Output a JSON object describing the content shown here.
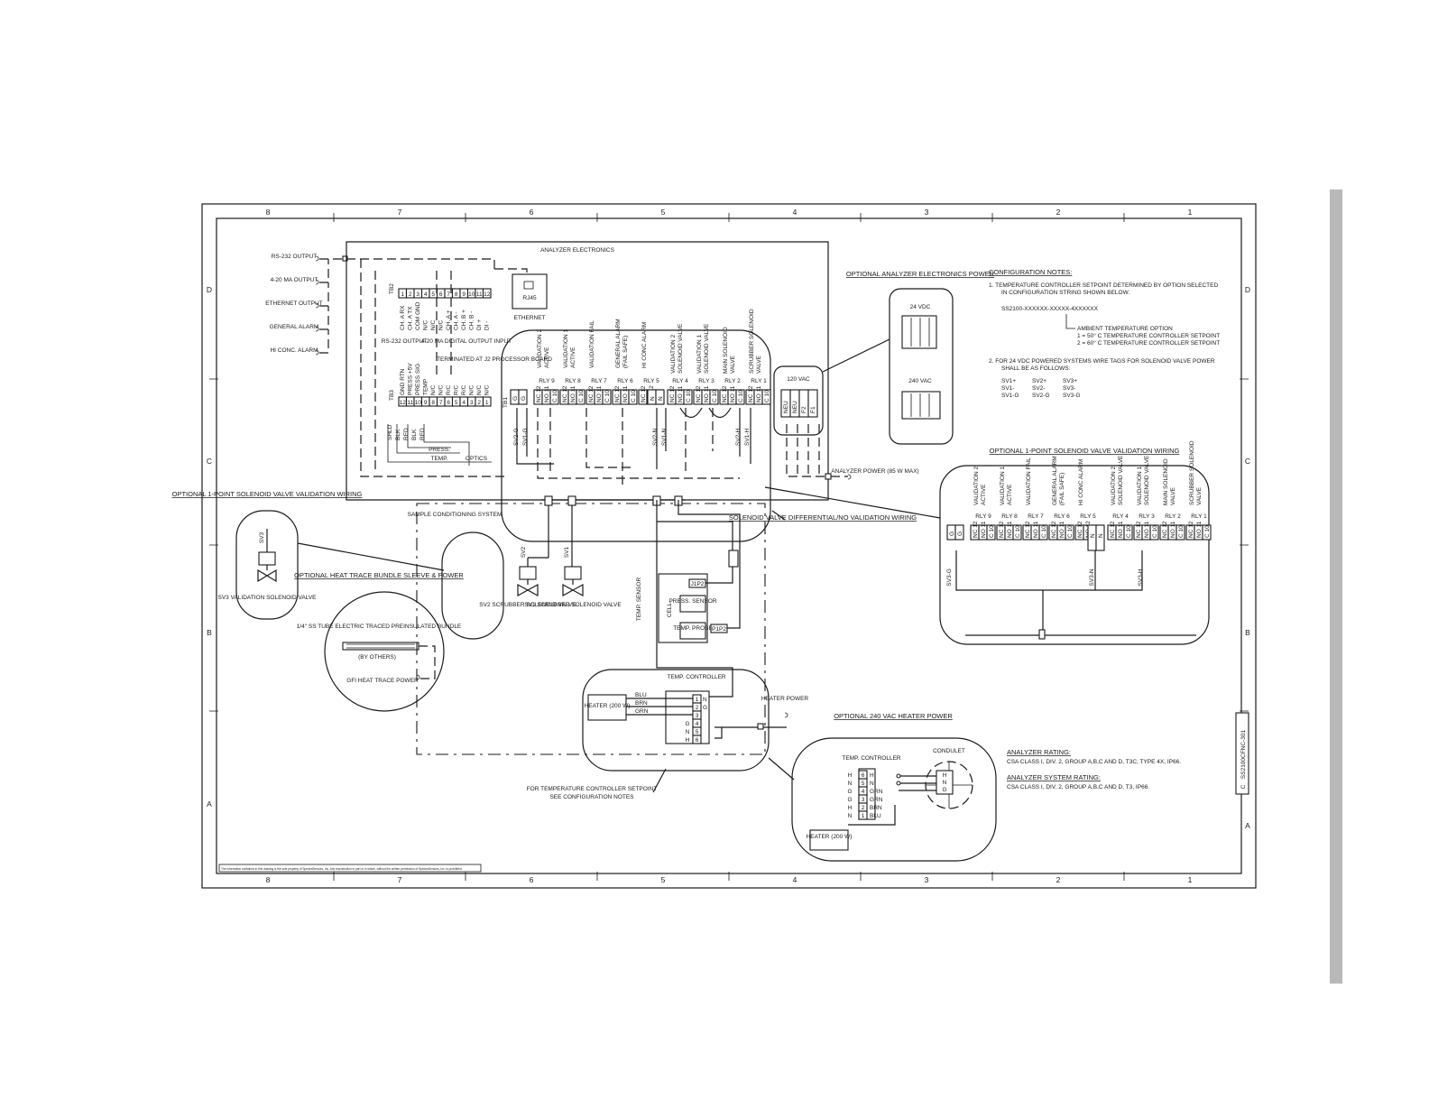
{
  "frame": {
    "col_labels": [
      "8",
      "7",
      "6",
      "5",
      "4",
      "3",
      "2",
      "1"
    ],
    "row_labels": [
      "D",
      "C",
      "B",
      "A"
    ],
    "drawing_no": "SS2100CFNC-301",
    "rev": "C",
    "legal_note": "The information contained in this drawing is the sole property of SpectraSensors, Inc. Any reproduction in part or in whole, without the written permission of SpectraSensors, Inc. is prohibited."
  },
  "outputs": [
    "RS-232 OUTPUT",
    "4-20 MA OUTPUT",
    "ETHERNET OUTPUT",
    "GENERAL ALARM",
    "HI CONC. ALARM"
  ],
  "electronics": {
    "title": "ANALYZER ELECTRONICS",
    "ethernet_port": "RJ45",
    "ethernet_label": "ETHERNET",
    "tb2_label": "TB2",
    "tb2_rows": [
      "CH. A RX",
      "CH. A TX",
      "COM GND",
      "N/C",
      "N/C",
      "N/C",
      "CH. A +",
      "CH. A -",
      "CH. B +",
      "CH. B -",
      "DI +",
      "DI -"
    ],
    "tb2_nums": [
      "1",
      "2",
      "3",
      "4",
      "5",
      "6",
      "7",
      "8",
      "9",
      "10",
      "11",
      "12"
    ],
    "rs232_out": "RS-232 OUTPUT",
    "ma_digital": "4-20 MA DIGITAL OUTPUT INPUT",
    "tb3_label": "TB3",
    "tb3_rows": [
      "GND RTN",
      "PRESS +5V",
      "PRESS SIG",
      "TEMP",
      "N/C",
      "N/C",
      "R/C",
      "R/C",
      "R/C",
      "N/C",
      "N/C",
      "N/C"
    ],
    "tb3_wires": [
      "SHLD",
      "BLK",
      "RED",
      "BLK",
      "RED"
    ],
    "press_label": "PRESS.",
    "temp_label": "TEMP.",
    "optics_label": "OPTICS",
    "terminated_note": "TERMINATED AT J2 PROCESSOR BOARD",
    "tb1_label": "TB1"
  },
  "relays_left": {
    "headers": [
      "VALIDATION 2 ACTIVE",
      "VALIDATION 1 ACTIVE",
      "VALIDATION FAIL",
      "GENERAL ALARM (FAIL SAFE)",
      "HI CONC ALARM"
    ],
    "relays": [
      "RLY 9",
      "RLY 8",
      "RLY 7",
      "RLY 6",
      "RLY 5"
    ],
    "contacts": [
      "NC",
      "NO",
      "C"
    ]
  },
  "relays_right": {
    "headers": [
      "VALIDATION 2 SOLENOID VALVE",
      "VALIDATION 1 SOLENOID VALVE",
      "MAIN SOLENOID VALVE",
      "SCRUBBER SOLENOID VALVE"
    ],
    "relays": [
      "RLY 4",
      "RLY 3",
      "RLY 2",
      "RLY 1"
    ]
  },
  "tb1_wires": [
    "SV2-G",
    "SV1-G",
    "SV2-N",
    "SV1-N",
    "SV2-H",
    "SV1-H"
  ],
  "power": {
    "vac120": "120 VAC",
    "terminals": [
      "NEU",
      "NEU",
      "F2",
      "F1"
    ],
    "analyzer_power": "ANALYZER POWER (85 W MAX)",
    "optional_power_title": "OPTIONAL ANALYZER ELECTRONICS POWER",
    "vdc24": "24 VDC",
    "vac240": "240 VAC"
  },
  "notes": {
    "title": "CONFIGURATION NOTES:",
    "note1_line1": "1.  TEMPERATURE CONTROLLER SETPOINT DETERMINED BY OPTION SELECTED",
    "note1_line2": "IN CONFIGURATION STRING SHOWN BELOW.",
    "config_string": "SS2100-XXXXXX-XXXXX-4XXXXXX",
    "ambient_title": "AMBIENT TEMPERATURE OPTION",
    "ambient_1": "1 = 50° C TEMPERATURE CONTROLLER SETPOINT",
    "ambient_2": "2 = 60° C TEMPERATURE CONTROLLER SETPOINT",
    "note2_line1": "2.  FOR 24 VDC POWERED SYSTEMS WIRE TAGS FOR SOLENOID VALVE POWER",
    "note2_line2": "SHALL BE AS FOLLOWS:",
    "tags": [
      [
        "SV1+",
        "SV2+",
        "SV3+"
      ],
      [
        "SV1-",
        "SV2-",
        "SV3-"
      ],
      [
        "SV1-G",
        "SV2-G",
        "SV3-G"
      ]
    ]
  },
  "validation_detail": {
    "title": "OPTIONAL 1-POINT SOLENOID VALVE VALIDATION WIRING",
    "headers_left": [
      "VALIDATION 2 ACTIVE",
      "VALIDATION 1 ACTIVE",
      "VALIDATION FAIL",
      "GENERAL ALARM (FAIL SAFE)",
      "HI CONC ALARM"
    ],
    "headers_right": [
      "VALIDATION 2 SOLENOID VALVE",
      "VALIDATION 1 SOLENOID VALVE",
      "MAIN SOLENOID VALVE",
      "SCRUBBER SOLENOID VALVE"
    ],
    "wires": [
      "SV3-G",
      "SV3-N",
      "SV3-H"
    ]
  },
  "left_callouts": {
    "sv3_title": "OPTIONAL 1-POINT SOLENOID VALVE VALIDATION WIRING",
    "sv3_tag": "SV3",
    "sv3_label": "SV3 VALIDATION SOLENOID VALVE",
    "heat_title": "OPTIONAL HEAT TRACE BUNDLE SLEEVE & POWER",
    "tube_label": "1/4\" SS TUBE ELECTRIC TRACED PREINSULATED BUNDLE",
    "by_others": "(BY OTHERS)",
    "gfi_label": "GFI HEAT TRACE POWER"
  },
  "sample_system": {
    "title": "SAMPLE CONDITIONING SYSTEM",
    "sv2_tag": "SV2",
    "sv1_tag": "SV1",
    "sv2_label": "SV2 SCRUBBER SOLENOID VALVE",
    "sv1_label": "SV1 SCRUBBER SOLENOID VALVE",
    "temp_sensor": "TEMP. SENSOR",
    "cell": "CELL",
    "press_sensor": "PRESS. SENSOR",
    "temp_probe": "TEMP. PROBE",
    "j1p2": "J1P2",
    "p1p2": "P1P2",
    "sv_callout": "SOLENOID VALVE DIFFERENTIAL/NO VALIDATION WIRING",
    "heater": "HEATER (200 W)",
    "temp_controller": "TEMP. CONTROLLER",
    "wire_colors": [
      "BLU",
      "BRN",
      "GRN"
    ],
    "heater_power": "HEATER POWER",
    "setpoint_note_1": "FOR TEMPERATURE CONTROLLER SETPOINT",
    "setpoint_note_2": "SEE CONFIGURATION NOTES"
  },
  "heater_240": {
    "title": "OPTIONAL 240 VAC HEATER POWER",
    "temp_controller": "TEMP. CONTROLLER",
    "conduit": "CONDULET",
    "heater": "HEATER (200 W)",
    "pins_left": [
      "H",
      "N",
      "G",
      "G",
      "H",
      "N"
    ],
    "pins_num": [
      "6",
      "5",
      "4",
      "3",
      "2",
      "1"
    ],
    "pins_wire": [
      "H",
      "N",
      "GRN",
      "GRN",
      "BRN",
      "BLU"
    ]
  },
  "ratings": {
    "analyzer_title": "ANALYZER RATING:",
    "analyzer_text": "CSA CLASS I, DIV. 2, GROUP A,B,C AND D, T3C, TYPE 4X, IP66.",
    "system_title": "ANALYZER SYSTEM RATING:",
    "system_text": "CSA CLASS I, DIV. 2, GROUP A,B,C AND D, T3, IP66."
  }
}
